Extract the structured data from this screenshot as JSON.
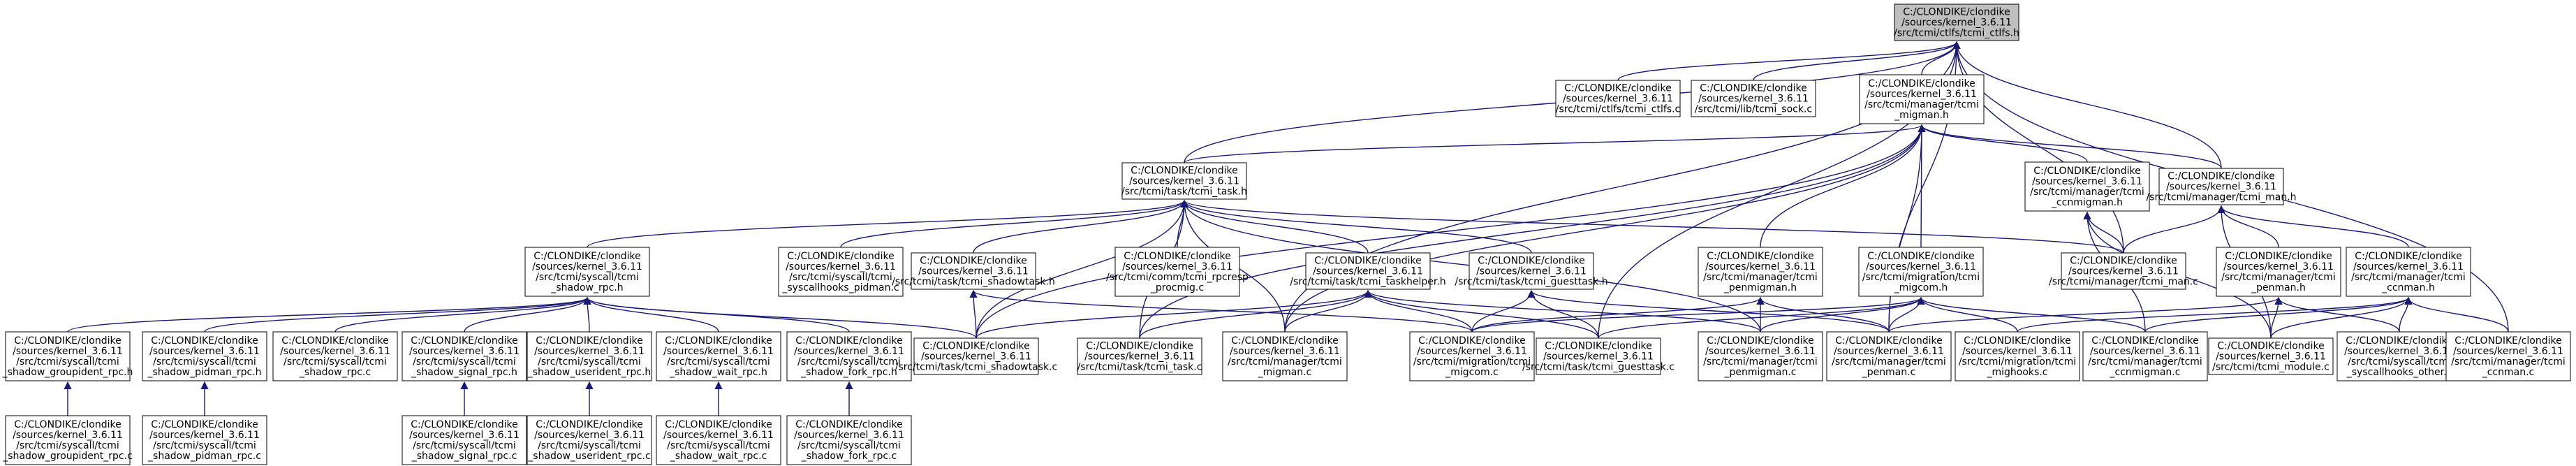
{
  "nodes": [
    {
      "id": "tcmi_ctlfs_h",
      "lines": [
        "C:/CLONDIKE/clondike",
        "/sources/kernel_3.6.11",
        "/src/tcmi/ctlfs/tcmi_ctlfs.h"
      ],
      "root": true
    },
    {
      "id": "tcmi_ctlfs_c",
      "lines": [
        "C:/CLONDIKE/clondike",
        "/sources/kernel_3.6.11",
        "/src/tcmi/ctlfs/tcmi_ctlfs.c"
      ]
    },
    {
      "id": "tcmi_sock_c",
      "lines": [
        "C:/CLONDIKE/clondike",
        "/sources/kernel_3.6.11",
        "/src/tcmi/lib/tcmi_sock.c"
      ]
    },
    {
      "id": "tcmi_migman_h",
      "lines": [
        "C:/CLONDIKE/clondike",
        "/sources/kernel_3.6.11",
        "/src/tcmi/manager/tcmi",
        "_migman.h"
      ]
    },
    {
      "id": "tcmi_task_h",
      "lines": [
        "C:/CLONDIKE/clondike",
        "/sources/kernel_3.6.11",
        "/src/tcmi/task/tcmi_task.h"
      ]
    },
    {
      "id": "tcmi_ccnmigman_h",
      "lines": [
        "C:/CLONDIKE/clondike",
        "/sources/kernel_3.6.11",
        "/src/tcmi/manager/tcmi",
        "_ccnmigman.h"
      ]
    },
    {
      "id": "tcmi_man_h",
      "lines": [
        "C:/CLONDIKE/clondike",
        "/sources/kernel_3.6.11",
        "/src/tcmi/manager/tcmi_man.h"
      ]
    },
    {
      "id": "tcmi_shadow_rpc_h",
      "lines": [
        "C:/CLONDIKE/clondike",
        "/sources/kernel_3.6.11",
        "/src/tcmi/syscall/tcmi",
        "_shadow_rpc.h"
      ]
    },
    {
      "id": "tcmi_syscallhooks_pidman_c",
      "lines": [
        "C:/CLONDIKE/clondike",
        "/sources/kernel_3.6.11",
        "/src/tcmi/syscall/tcmi",
        "_syscallhooks_pidman.c"
      ]
    },
    {
      "id": "tcmi_shadowtask_h",
      "lines": [
        "C:/CLONDIKE/clondike",
        "/sources/kernel_3.6.11",
        "/src/tcmi/task/tcmi_shadowtask.h"
      ]
    },
    {
      "id": "tcmi_rpcresp_procmig_c",
      "lines": [
        "C:/CLONDIKE/clondike",
        "/sources/kernel_3.6.11",
        "/src/tcmi/comm/tcmi_rpcresp",
        "_procmig.c"
      ]
    },
    {
      "id": "tcmi_taskhelper_h",
      "lines": [
        "C:/CLONDIKE/clondike",
        "/sources/kernel_3.6.11",
        "/src/tcmi/task/tcmi_taskhelper.h"
      ]
    },
    {
      "id": "tcmi_guesttask_h",
      "lines": [
        "C:/CLONDIKE/clondike",
        "/sources/kernel_3.6.11",
        "/src/tcmi/task/tcmi_guesttask.h"
      ]
    },
    {
      "id": "tcmi_penmigman_h",
      "lines": [
        "C:/CLONDIKE/clondike",
        "/sources/kernel_3.6.11",
        "/src/tcmi/manager/tcmi",
        "_penmigman.h"
      ]
    },
    {
      "id": "tcmi_migcom_h",
      "lines": [
        "C:/CLONDIKE/clondike",
        "/sources/kernel_3.6.11",
        "/src/tcmi/migration/tcmi",
        "_migcom.h"
      ]
    },
    {
      "id": "tcmi_man_c",
      "lines": [
        "C:/CLONDIKE/clondike",
        "/sources/kernel_3.6.11",
        "/src/tcmi/manager/tcmi_man.c"
      ]
    },
    {
      "id": "tcmi_penman_h",
      "lines": [
        "C:/CLONDIKE/clondike",
        "/sources/kernel_3.6.11",
        "/src/tcmi/manager/tcmi",
        "_penman.h"
      ]
    },
    {
      "id": "tcmi_ccnman_h",
      "lines": [
        "C:/CLONDIKE/clondike",
        "/sources/kernel_3.6.11",
        "/src/tcmi/manager/tcmi",
        "_ccnman.h"
      ]
    },
    {
      "id": "tcmi_shadow_groupident_rpc_h",
      "lines": [
        "C:/CLONDIKE/clondike",
        "/sources/kernel_3.6.11",
        "/src/tcmi/syscall/tcmi",
        "_shadow_groupident_rpc.h"
      ]
    },
    {
      "id": "tcmi_shadow_pidman_rpc_h",
      "lines": [
        "C:/CLONDIKE/clondike",
        "/sources/kernel_3.6.11",
        "/src/tcmi/syscall/tcmi",
        "_shadow_pidman_rpc.h"
      ]
    },
    {
      "id": "tcmi_shadow_rpc_c",
      "lines": [
        "C:/CLONDIKE/clondike",
        "/sources/kernel_3.6.11",
        "/src/tcmi/syscall/tcmi",
        "_shadow_rpc.c"
      ]
    },
    {
      "id": "tcmi_shadow_signal_rpc_h",
      "lines": [
        "C:/CLONDIKE/clondike",
        "/sources/kernel_3.6.11",
        "/src/tcmi/syscall/tcmi",
        "_shadow_signal_rpc.h"
      ]
    },
    {
      "id": "tcmi_shadow_userident_rpc_h",
      "lines": [
        "C:/CLONDIKE/clondike",
        "/sources/kernel_3.6.11",
        "/src/tcmi/syscall/tcmi",
        "_shadow_userident_rpc.h"
      ]
    },
    {
      "id": "tcmi_shadow_wait_rpc_h",
      "lines": [
        "C:/CLONDIKE/clondike",
        "/sources/kernel_3.6.11",
        "/src/tcmi/syscall/tcmi",
        "_shadow_wait_rpc.h"
      ]
    },
    {
      "id": "tcmi_shadow_fork_rpc_h",
      "lines": [
        "C:/CLONDIKE/clondike",
        "/sources/kernel_3.6.11",
        "/src/tcmi/syscall/tcmi",
        "_shadow_fork_rpc.h"
      ]
    },
    {
      "id": "tcmi_shadowtask_c",
      "lines": [
        "C:/CLONDIKE/clondike",
        "/sources/kernel_3.6.11",
        "/src/tcmi/task/tcmi_shadowtask.c"
      ]
    },
    {
      "id": "tcmi_task_c",
      "lines": [
        "C:/CLONDIKE/clondike",
        "/sources/kernel_3.6.11",
        "/src/tcmi/task/tcmi_task.c"
      ]
    },
    {
      "id": "tcmi_migman_c",
      "lines": [
        "C:/CLONDIKE/clondike",
        "/sources/kernel_3.6.11",
        "/src/tcmi/manager/tcmi",
        "_migman.c"
      ]
    },
    {
      "id": "tcmi_migcom_c",
      "lines": [
        "C:/CLONDIKE/clondike",
        "/sources/kernel_3.6.11",
        "/src/tcmi/migration/tcmi",
        "_migcom.c"
      ]
    },
    {
      "id": "tcmi_guesttask_c",
      "lines": [
        "C:/CLONDIKE/clondike",
        "/sources/kernel_3.6.11",
        "/src/tcmi/task/tcmi_guesttask.c"
      ]
    },
    {
      "id": "tcmi_penmigman_c",
      "lines": [
        "C:/CLONDIKE/clondike",
        "/sources/kernel_3.6.11",
        "/src/tcmi/manager/tcmi",
        "_penmigman.c"
      ]
    },
    {
      "id": "tcmi_penman_c",
      "lines": [
        "C:/CLONDIKE/clondike",
        "/sources/kernel_3.6.11",
        "/src/tcmi/manager/tcmi",
        "_penman.c"
      ]
    },
    {
      "id": "tcmi_mighooks_c",
      "lines": [
        "C:/CLONDIKE/clondike",
        "/sources/kernel_3.6.11",
        "/src/tcmi/migration/tcmi",
        "_mighooks.c"
      ]
    },
    {
      "id": "tcmi_ccnmigman_c",
      "lines": [
        "C:/CLONDIKE/clondike",
        "/sources/kernel_3.6.11",
        "/src/tcmi/manager/tcmi",
        "_ccnmigman.c"
      ]
    },
    {
      "id": "tcmi_module_c",
      "lines": [
        "C:/CLONDIKE/clondike",
        "/sources/kernel_3.6.11",
        "/src/tcmi/tcmi_module.c"
      ]
    },
    {
      "id": "tcmi_syscallhooks_other_c",
      "lines": [
        "C:/CLONDIKE/clondike",
        "/sources/kernel_3.6.11",
        "/src/tcmi/syscall/tcmi",
        "_syscallhooks_other.c"
      ]
    },
    {
      "id": "tcmi_ccnman_c",
      "lines": [
        "C:/CLONDIKE/clondike",
        "/sources/kernel_3.6.11",
        "/src/tcmi/manager/tcmi",
        "_ccnman.c"
      ]
    },
    {
      "id": "tcmi_shadow_groupident_rpc_c",
      "lines": [
        "C:/CLONDIKE/clondike",
        "/sources/kernel_3.6.11",
        "/src/tcmi/syscall/tcmi",
        "_shadow_groupident_rpc.c"
      ]
    },
    {
      "id": "tcmi_shadow_pidman_rpc_c",
      "lines": [
        "C:/CLONDIKE/clondike",
        "/sources/kernel_3.6.11",
        "/src/tcmi/syscall/tcmi",
        "_shadow_pidman_rpc.c"
      ]
    },
    {
      "id": "tcmi_shadow_signal_rpc_c",
      "lines": [
        "C:/CLONDIKE/clondike",
        "/sources/kernel_3.6.11",
        "/src/tcmi/syscall/tcmi",
        "_shadow_signal_rpc.c"
      ]
    },
    {
      "id": "tcmi_shadow_userident_rpc_c",
      "lines": [
        "C:/CLONDIKE/clondike",
        "/sources/kernel_3.6.11",
        "/src/tcmi/syscall/tcmi",
        "_shadow_userident_rpc.c"
      ]
    },
    {
      "id": "tcmi_shadow_wait_rpc_c",
      "lines": [
        "C:/CLONDIKE/clondike",
        "/sources/kernel_3.6.11",
        "/src/tcmi/syscall/tcmi",
        "_shadow_wait_rpc.c"
      ]
    },
    {
      "id": "tcmi_shadow_fork_rpc_c",
      "lines": [
        "C:/CLONDIKE/clondike",
        "/sources/kernel_3.6.11",
        "/src/tcmi/syscall/tcmi",
        "_shadow_fork_rpc.c"
      ]
    }
  ],
  "edges": [
    [
      "tcmi_ctlfs_c",
      "tcmi_ctlfs_h"
    ],
    [
      "tcmi_sock_c",
      "tcmi_ctlfs_h"
    ],
    [
      "tcmi_migman_h",
      "tcmi_ctlfs_h"
    ],
    [
      "tcmi_task_h",
      "tcmi_ctlfs_h"
    ],
    [
      "tcmi_man_h",
      "tcmi_ctlfs_h"
    ],
    [
      "tcmi_man_c",
      "tcmi_ctlfs_h"
    ],
    [
      "tcmi_migman_c",
      "tcmi_ctlfs_h"
    ],
    [
      "tcmi_guesttask_c",
      "tcmi_ctlfs_h"
    ],
    [
      "tcmi_penman_c",
      "tcmi_ctlfs_h"
    ],
    [
      "tcmi_ccnman_c",
      "tcmi_ctlfs_h"
    ],
    [
      "tcmi_task_h",
      "tcmi_migman_h"
    ],
    [
      "tcmi_ccnmigman_h",
      "tcmi_migman_h"
    ],
    [
      "tcmi_man_h",
      "tcmi_migman_h"
    ],
    [
      "tcmi_penmigman_h",
      "tcmi_migman_h"
    ],
    [
      "tcmi_migcom_h",
      "tcmi_migman_h"
    ],
    [
      "tcmi_shadowtask_c",
      "tcmi_migman_h"
    ],
    [
      "tcmi_task_c",
      "tcmi_migman_h"
    ],
    [
      "tcmi_migman_c",
      "tcmi_migman_h"
    ],
    [
      "tcmi_penman_c",
      "tcmi_migman_h"
    ],
    [
      "tcmi_shadow_rpc_h",
      "tcmi_task_h"
    ],
    [
      "tcmi_syscallhooks_pidman_c",
      "tcmi_task_h"
    ],
    [
      "tcmi_shadowtask_h",
      "tcmi_task_h"
    ],
    [
      "tcmi_rpcresp_procmig_c",
      "tcmi_task_h"
    ],
    [
      "tcmi_taskhelper_h",
      "tcmi_task_h"
    ],
    [
      "tcmi_guesttask_h",
      "tcmi_task_h"
    ],
    [
      "tcmi_task_c",
      "tcmi_task_h"
    ],
    [
      "tcmi_migman_c",
      "tcmi_task_h"
    ],
    [
      "tcmi_penmigman_c",
      "tcmi_task_h"
    ],
    [
      "tcmi_man_c",
      "tcmi_task_h"
    ],
    [
      "tcmi_shadowtask_c",
      "tcmi_task_h"
    ],
    [
      "tcmi_ccnmigman_c",
      "tcmi_ccnmigman_h"
    ],
    [
      "tcmi_man_c",
      "tcmi_ccnmigman_h"
    ],
    [
      "tcmi_module_c",
      "tcmi_ccnmigman_h"
    ],
    [
      "tcmi_man_c",
      "tcmi_man_h"
    ],
    [
      "tcmi_penman_h",
      "tcmi_man_h"
    ],
    [
      "tcmi_ccnman_h",
      "tcmi_man_h"
    ],
    [
      "tcmi_module_c",
      "tcmi_man_h"
    ],
    [
      "tcmi_shadow_groupident_rpc_h",
      "tcmi_shadow_rpc_h"
    ],
    [
      "tcmi_shadow_pidman_rpc_h",
      "tcmi_shadow_rpc_h"
    ],
    [
      "tcmi_shadow_rpc_c",
      "tcmi_shadow_rpc_h"
    ],
    [
      "tcmi_shadow_signal_rpc_h",
      "tcmi_shadow_rpc_h"
    ],
    [
      "tcmi_shadow_userident_rpc_h",
      "tcmi_shadow_rpc_h"
    ],
    [
      "tcmi_shadow_wait_rpc_h",
      "tcmi_shadow_rpc_h"
    ],
    [
      "tcmi_shadow_fork_rpc_h",
      "tcmi_shadow_rpc_h"
    ],
    [
      "tcmi_shadowtask_c",
      "tcmi_shadow_rpc_h"
    ],
    [
      "tcmi_shadowtask_c",
      "tcmi_shadowtask_h"
    ],
    [
      "tcmi_migcom_c",
      "tcmi_shadowtask_h"
    ],
    [
      "tcmi_shadowtask_c",
      "tcmi_taskhelper_h"
    ],
    [
      "tcmi_task_c",
      "tcmi_taskhelper_h"
    ],
    [
      "tcmi_migman_c",
      "tcmi_taskhelper_h"
    ],
    [
      "tcmi_migcom_c",
      "tcmi_taskhelper_h"
    ],
    [
      "tcmi_guesttask_c",
      "tcmi_taskhelper_h"
    ],
    [
      "tcmi_penmigman_c",
      "tcmi_taskhelper_h"
    ],
    [
      "tcmi_migcom_c",
      "tcmi_guesttask_h"
    ],
    [
      "tcmi_guesttask_c",
      "tcmi_guesttask_h"
    ],
    [
      "tcmi_penman_c",
      "tcmi_guesttask_h"
    ],
    [
      "tcmi_penmigman_c",
      "tcmi_penmigman_h"
    ],
    [
      "tcmi_penman_c",
      "tcmi_penmigman_h"
    ],
    [
      "tcmi_migcom_c",
      "tcmi_penmigman_h"
    ],
    [
      "tcmi_migcom_c",
      "tcmi_migcom_h"
    ],
    [
      "tcmi_guesttask_c",
      "tcmi_migcom_h"
    ],
    [
      "tcmi_penmigman_c",
      "tcmi_migcom_h"
    ],
    [
      "tcmi_penman_c",
      "tcmi_migcom_h"
    ],
    [
      "tcmi_mighooks_c",
      "tcmi_migcom_h"
    ],
    [
      "tcmi_ccnmigman_c",
      "tcmi_migcom_h"
    ],
    [
      "tcmi_penman_c",
      "tcmi_penman_h"
    ],
    [
      "tcmi_module_c",
      "tcmi_penman_h"
    ],
    [
      "tcmi_syscallhooks_other_c",
      "tcmi_penman_h"
    ],
    [
      "tcmi_ccnman_c",
      "tcmi_ccnman_h"
    ],
    [
      "tcmi_module_c",
      "tcmi_ccnman_h"
    ],
    [
      "tcmi_mighooks_c",
      "tcmi_ccnman_h"
    ],
    [
      "tcmi_ccnmigman_c",
      "tcmi_ccnman_h"
    ],
    [
      "tcmi_syscallhooks_other_c",
      "tcmi_ccnman_h"
    ],
    [
      "tcmi_shadow_groupident_rpc_c",
      "tcmi_shadow_groupident_rpc_h"
    ],
    [
      "tcmi_shadow_pidman_rpc_c",
      "tcmi_shadow_pidman_rpc_h"
    ],
    [
      "tcmi_shadow_signal_rpc_c",
      "tcmi_shadow_signal_rpc_h"
    ],
    [
      "tcmi_shadow_userident_rpc_c",
      "tcmi_shadow_userident_rpc_h"
    ],
    [
      "tcmi_shadow_wait_rpc_c",
      "tcmi_shadow_wait_rpc_h"
    ],
    [
      "tcmi_shadow_fork_rpc_c",
      "tcmi_shadow_fork_rpc_h"
    ]
  ]
}
